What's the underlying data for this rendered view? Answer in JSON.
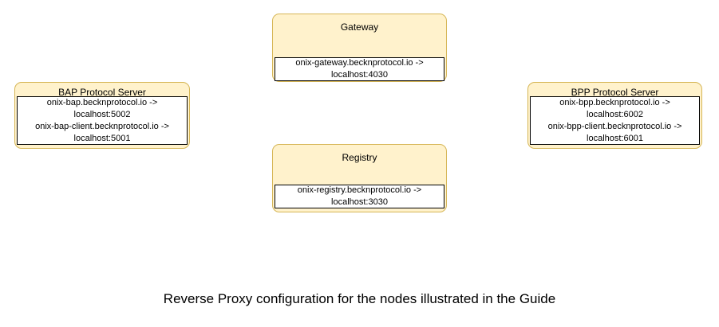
{
  "caption": "Reverse Proxy configuration for the nodes illustrated in the Guide",
  "colors": {
    "node_fill": "#FFF2CC",
    "node_border": "#D6B656",
    "inner_fill": "#FFFFFF",
    "inner_border": "#000000",
    "text": "#000000",
    "background": "#FFFFFF"
  },
  "nodes": {
    "gateway": {
      "title": "Gateway",
      "lines": [
        "onix-gateway.becknprotocol.io ->",
        "localhost:4030"
      ]
    },
    "bap": {
      "title": "BAP Protocol Server",
      "lines": [
        "onix-bap.becknprotocol.io ->",
        "localhost:5002",
        "onix-bap-client.becknprotocol.io ->",
        "localhost:5001"
      ]
    },
    "bpp": {
      "title": "BPP Protocol Server",
      "lines": [
        "onix-bpp.becknprotocol.io ->",
        "localhost:6002",
        "onix-bpp-client.becknprotocol.io ->",
        "localhost:6001"
      ]
    },
    "registry": {
      "title": "Registry",
      "lines": [
        "onix-registry.becknprotocol.io ->",
        "localhost:3030"
      ]
    }
  }
}
